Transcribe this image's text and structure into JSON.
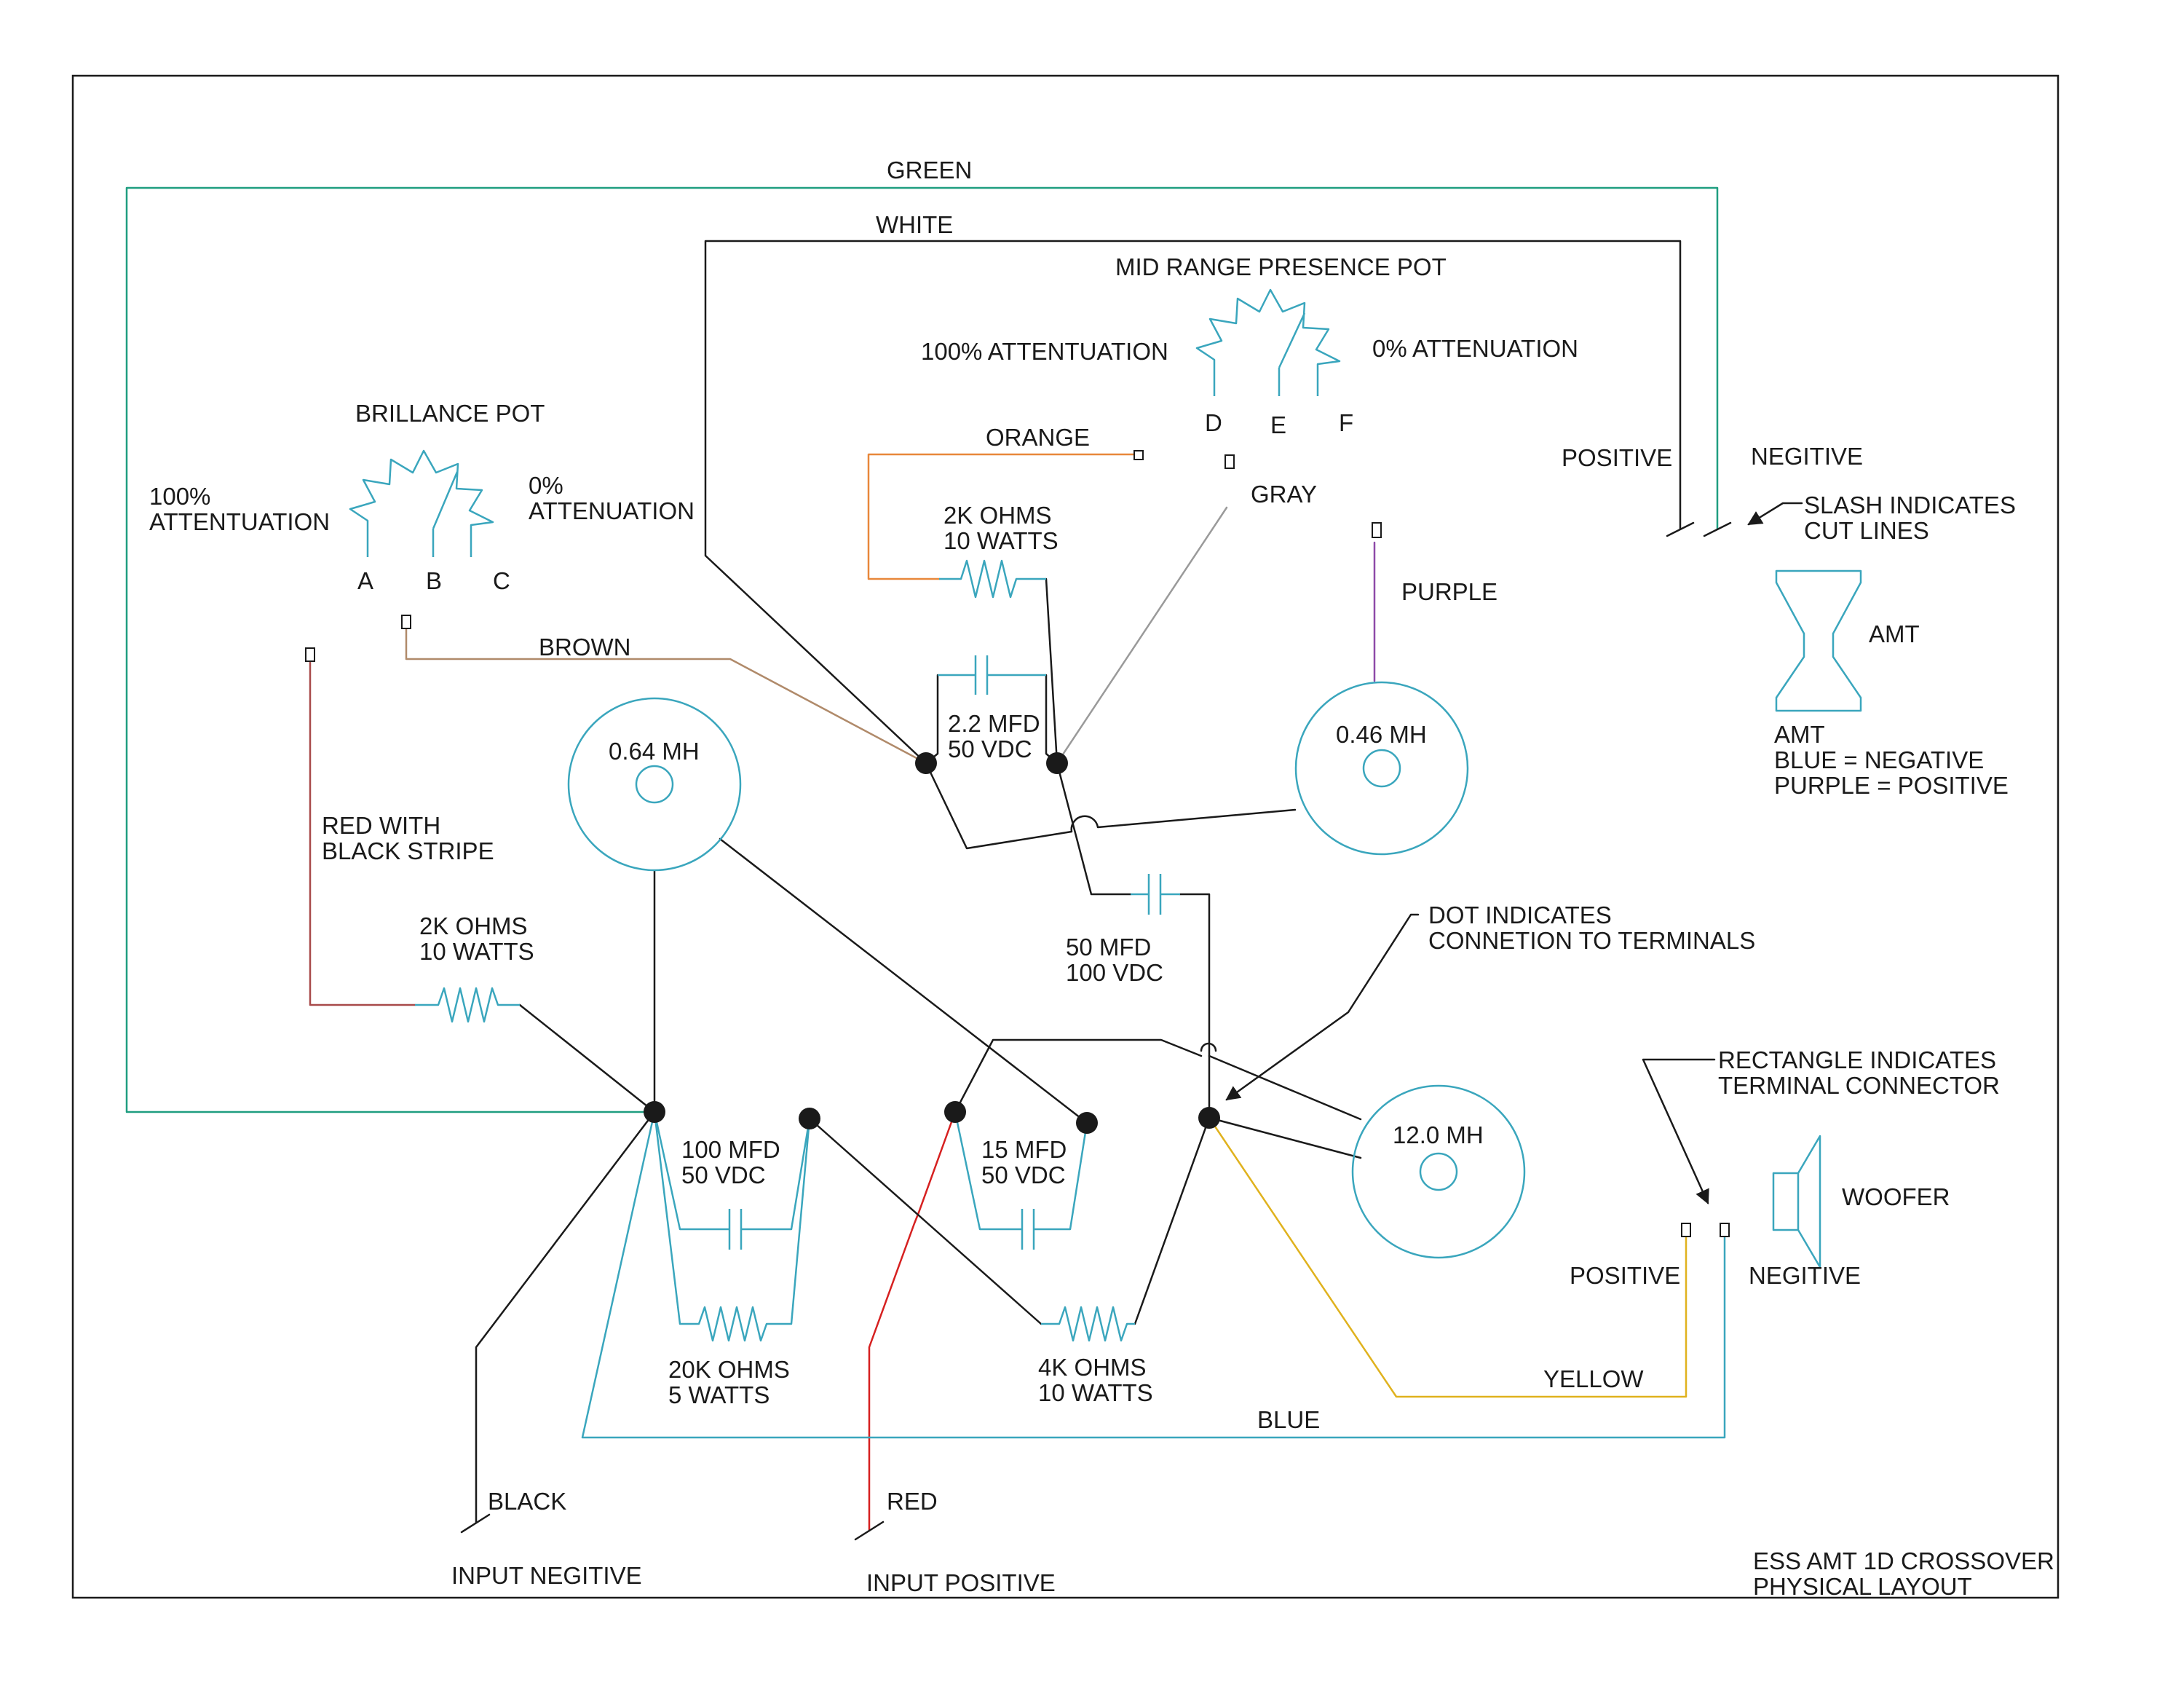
{
  "title": {
    "line1": "ESS AMT 1D CROSSOVER",
    "line2": "PHYSICAL LAYOUT"
  },
  "wires": {
    "green": "GREEN",
    "white": "WHITE",
    "orange": "ORANGE",
    "gray": "GRAY",
    "purple": "PURPLE",
    "brown": "BROWN",
    "red_black": {
      "line1": "RED WITH",
      "line2": "BLACK STRIPE"
    },
    "black": "BLACK",
    "red": "RED",
    "yellow": "YELLOW",
    "blue": "BLUE"
  },
  "mid_pot": {
    "title": "MID RANGE PRESENCE POT",
    "left": "100% ATTENTUATION",
    "right": "0% ATTENUATION",
    "pin_d": "D",
    "pin_e": "E",
    "pin_f": "F"
  },
  "brill_pot": {
    "title": "BRILLANCE POT",
    "left1": "100%",
    "left2": "ATTENTUATION",
    "right1": "0%",
    "right2": "ATTENUATION",
    "pin_a": "A",
    "pin_b": "B",
    "pin_c": "C"
  },
  "components": {
    "r_top": {
      "line1": "2K OHMS",
      "line2": "10 WATTS"
    },
    "c_top": {
      "line1": "2.2 MFD",
      "line2": "50 VDC"
    },
    "coil_a": "0.64 MH",
    "coil_b": "0.46 MH",
    "coil_c": "12.0 MH",
    "c_mid": {
      "line1": "50 MFD",
      "line2": "100 VDC"
    },
    "r_left": {
      "line1": "2K OHMS",
      "line2": "10 WATTS"
    },
    "c_100": {
      "line1": "100 MFD",
      "line2": "50 VDC"
    },
    "c_15": {
      "line1": "15 MFD",
      "line2": "50 VDC"
    },
    "r_20k": {
      "line1": "20K OHMS",
      "line2": "5 WATTS"
    },
    "r_4k": {
      "line1": "4K OHMS",
      "line2": "10 WATTS"
    }
  },
  "amt": {
    "positive": "POSITIVE",
    "negative": "NEGITIVE",
    "slash1": "SLASH INDICATES",
    "slash2": "CUT LINES",
    "label": "AMT",
    "legend1": "AMT",
    "legend2": "BLUE = NEGATIVE",
    "legend3": "PURPLE = POSITIVE"
  },
  "notes": {
    "dot1": "DOT INDICATES",
    "dot2": "CONNETION TO TERMINALS",
    "rect1": "RECTANGLE INDICATES",
    "rect2": "TERMINAL CONNECTOR"
  },
  "woofer": {
    "label": "WOOFER",
    "positive": "POSITIVE",
    "negative": "NEGITIVE"
  },
  "inputs": {
    "negative": "INPUT NEGITIVE",
    "positive": "INPUT POSITIVE"
  },
  "colors": {
    "green": "#1f9e80",
    "white": "#1a1a1a",
    "orange": "#e8873a",
    "gray": "#9a9a9a",
    "purple": "#8e4aa8",
    "brown": "#b08a6a",
    "red_stripe": "#a84a4a",
    "black": "#1a1a1a",
    "red": "#d62020",
    "yellow": "#e0b21e",
    "blue": "#3aa6bd"
  }
}
